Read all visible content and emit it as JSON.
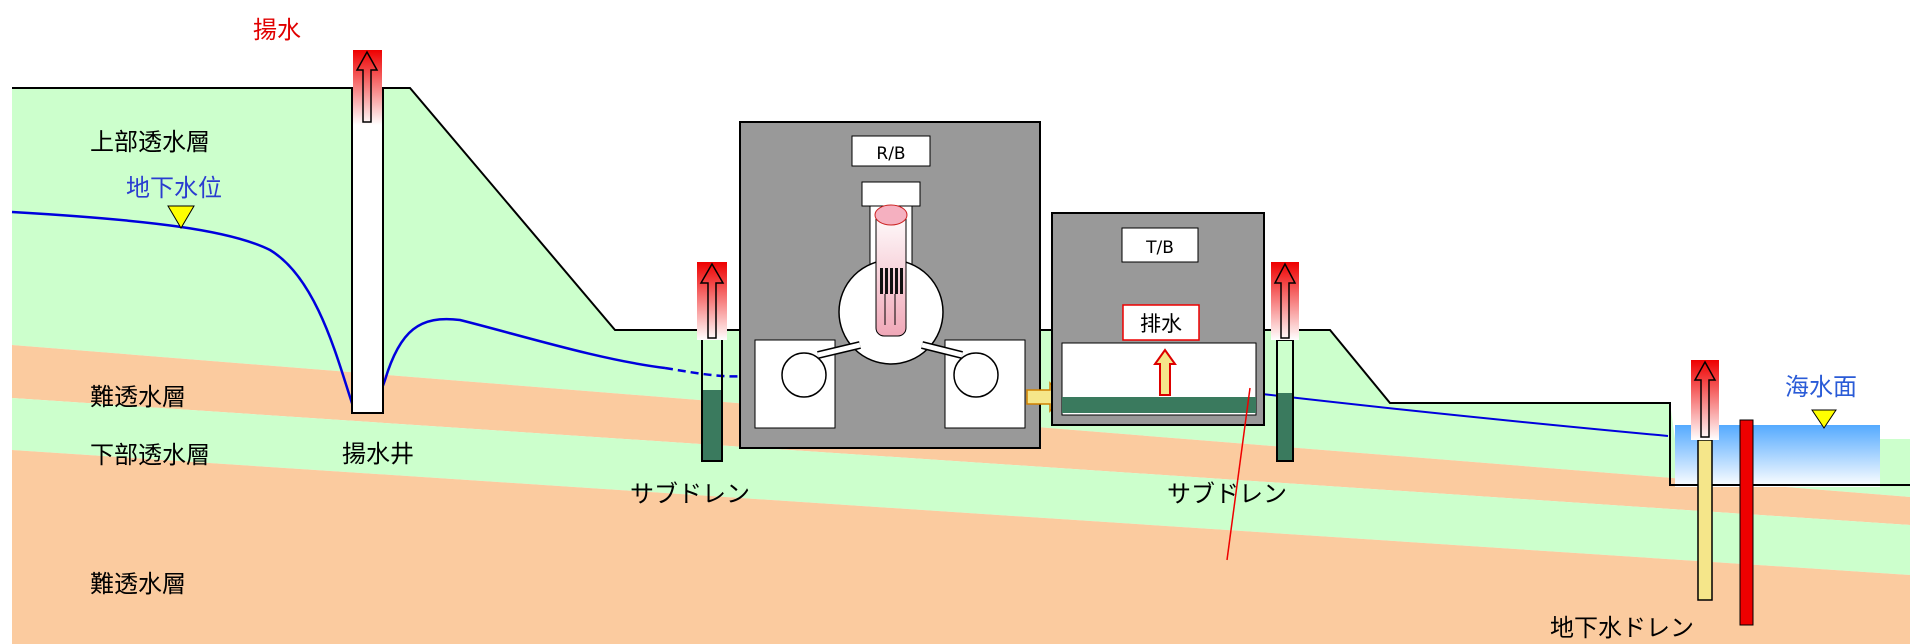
{
  "labels": {
    "pumping": "揚水",
    "upper_aquifer": "上部透水層",
    "groundwater_level": "地下水位",
    "aquitard_1": "難透水層",
    "lower_aquifer": "下部透水層",
    "aquitard_2": "難透水層",
    "pumping_well": "揚水井",
    "subdrain_1": "サブドレン",
    "subdrain_2": "サブドレン",
    "reactor_building": "R/B",
    "turbine_building": "T/B",
    "drainage": "排水",
    "sea_level": "海水面",
    "groundwater_drain": "地下水ドレン"
  },
  "colors": {
    "upper_aquifer": "#ccffcc",
    "aquitard": "#fbcb9f",
    "groundwater_line": "#0000dd",
    "building": "#999999",
    "pumping_text": "#e00000",
    "sea_text": "#2a5bd7",
    "sea": "#66bbff",
    "drain_water": "#3a7a5e",
    "impermeable_wall": "#ee0000",
    "drain_pipe": "#f5e68a"
  }
}
